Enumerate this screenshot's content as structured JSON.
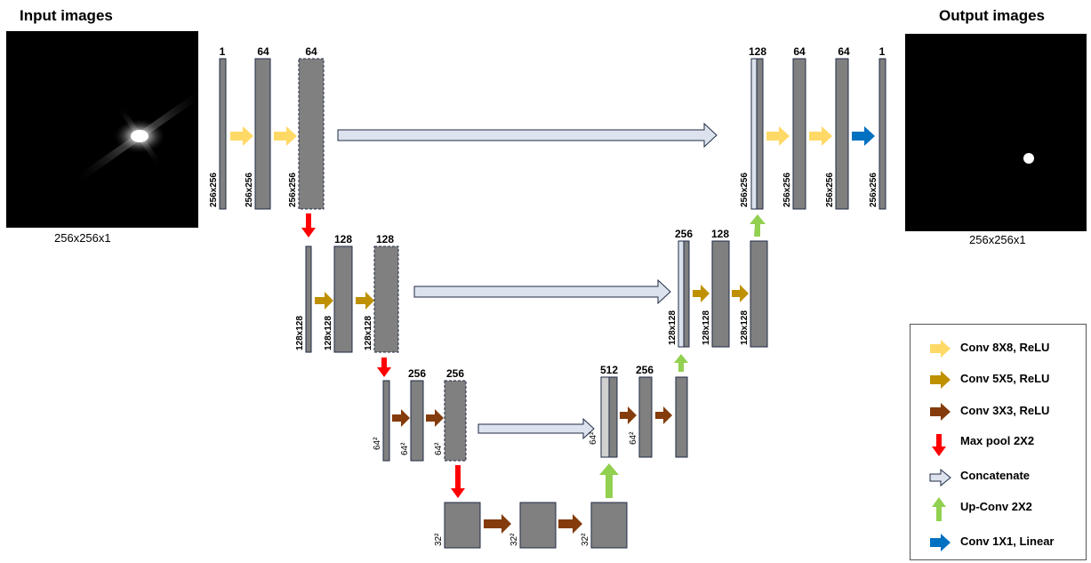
{
  "titles": {
    "input": "Input images",
    "output": "Output  images"
  },
  "captions": {
    "input_size": "256x256x1",
    "output_size": "256x256x1"
  },
  "colors": {
    "feature_map": "#808080",
    "feature_map_border": "#1f2a44",
    "copied_map": "#dce3ee",
    "conv8": "#ffd966",
    "conv5": "#bf9000",
    "conv3": "#843c0c",
    "maxpool": "#ff0000",
    "concat": "#dce3ee",
    "upconv": "#92d050",
    "conv1": "#0070c0"
  },
  "channels": {
    "l1": [
      "1",
      "64",
      "64"
    ],
    "l2": [
      "128",
      "128"
    ],
    "l3": [
      "256",
      "256"
    ],
    "r3": [
      "512",
      "256"
    ],
    "r2": [
      "256",
      "128"
    ],
    "r1": [
      "128",
      "64",
      "64",
      "1"
    ]
  },
  "sizes": {
    "s256": "256x256",
    "s128": "128x128",
    "s64": "64²",
    "s32": "32²"
  },
  "legend": [
    {
      "icon": "yellow-arrow-icon",
      "label": "Conv 8X8, ReLU"
    },
    {
      "icon": "gold-arrow-icon",
      "label": "Conv 5X5, ReLU"
    },
    {
      "icon": "brown-arrow-icon",
      "label": "Conv 3X3, ReLU"
    },
    {
      "icon": "red-down-arrow-icon",
      "label": "Max pool 2X2"
    },
    {
      "icon": "hollow-arrow-icon",
      "label": "Concatenate"
    },
    {
      "icon": "green-up-arrow-icon",
      "label": "Up-Conv 2X2"
    },
    {
      "icon": "blue-arrow-icon",
      "label": "Conv 1X1, Linear"
    }
  ]
}
